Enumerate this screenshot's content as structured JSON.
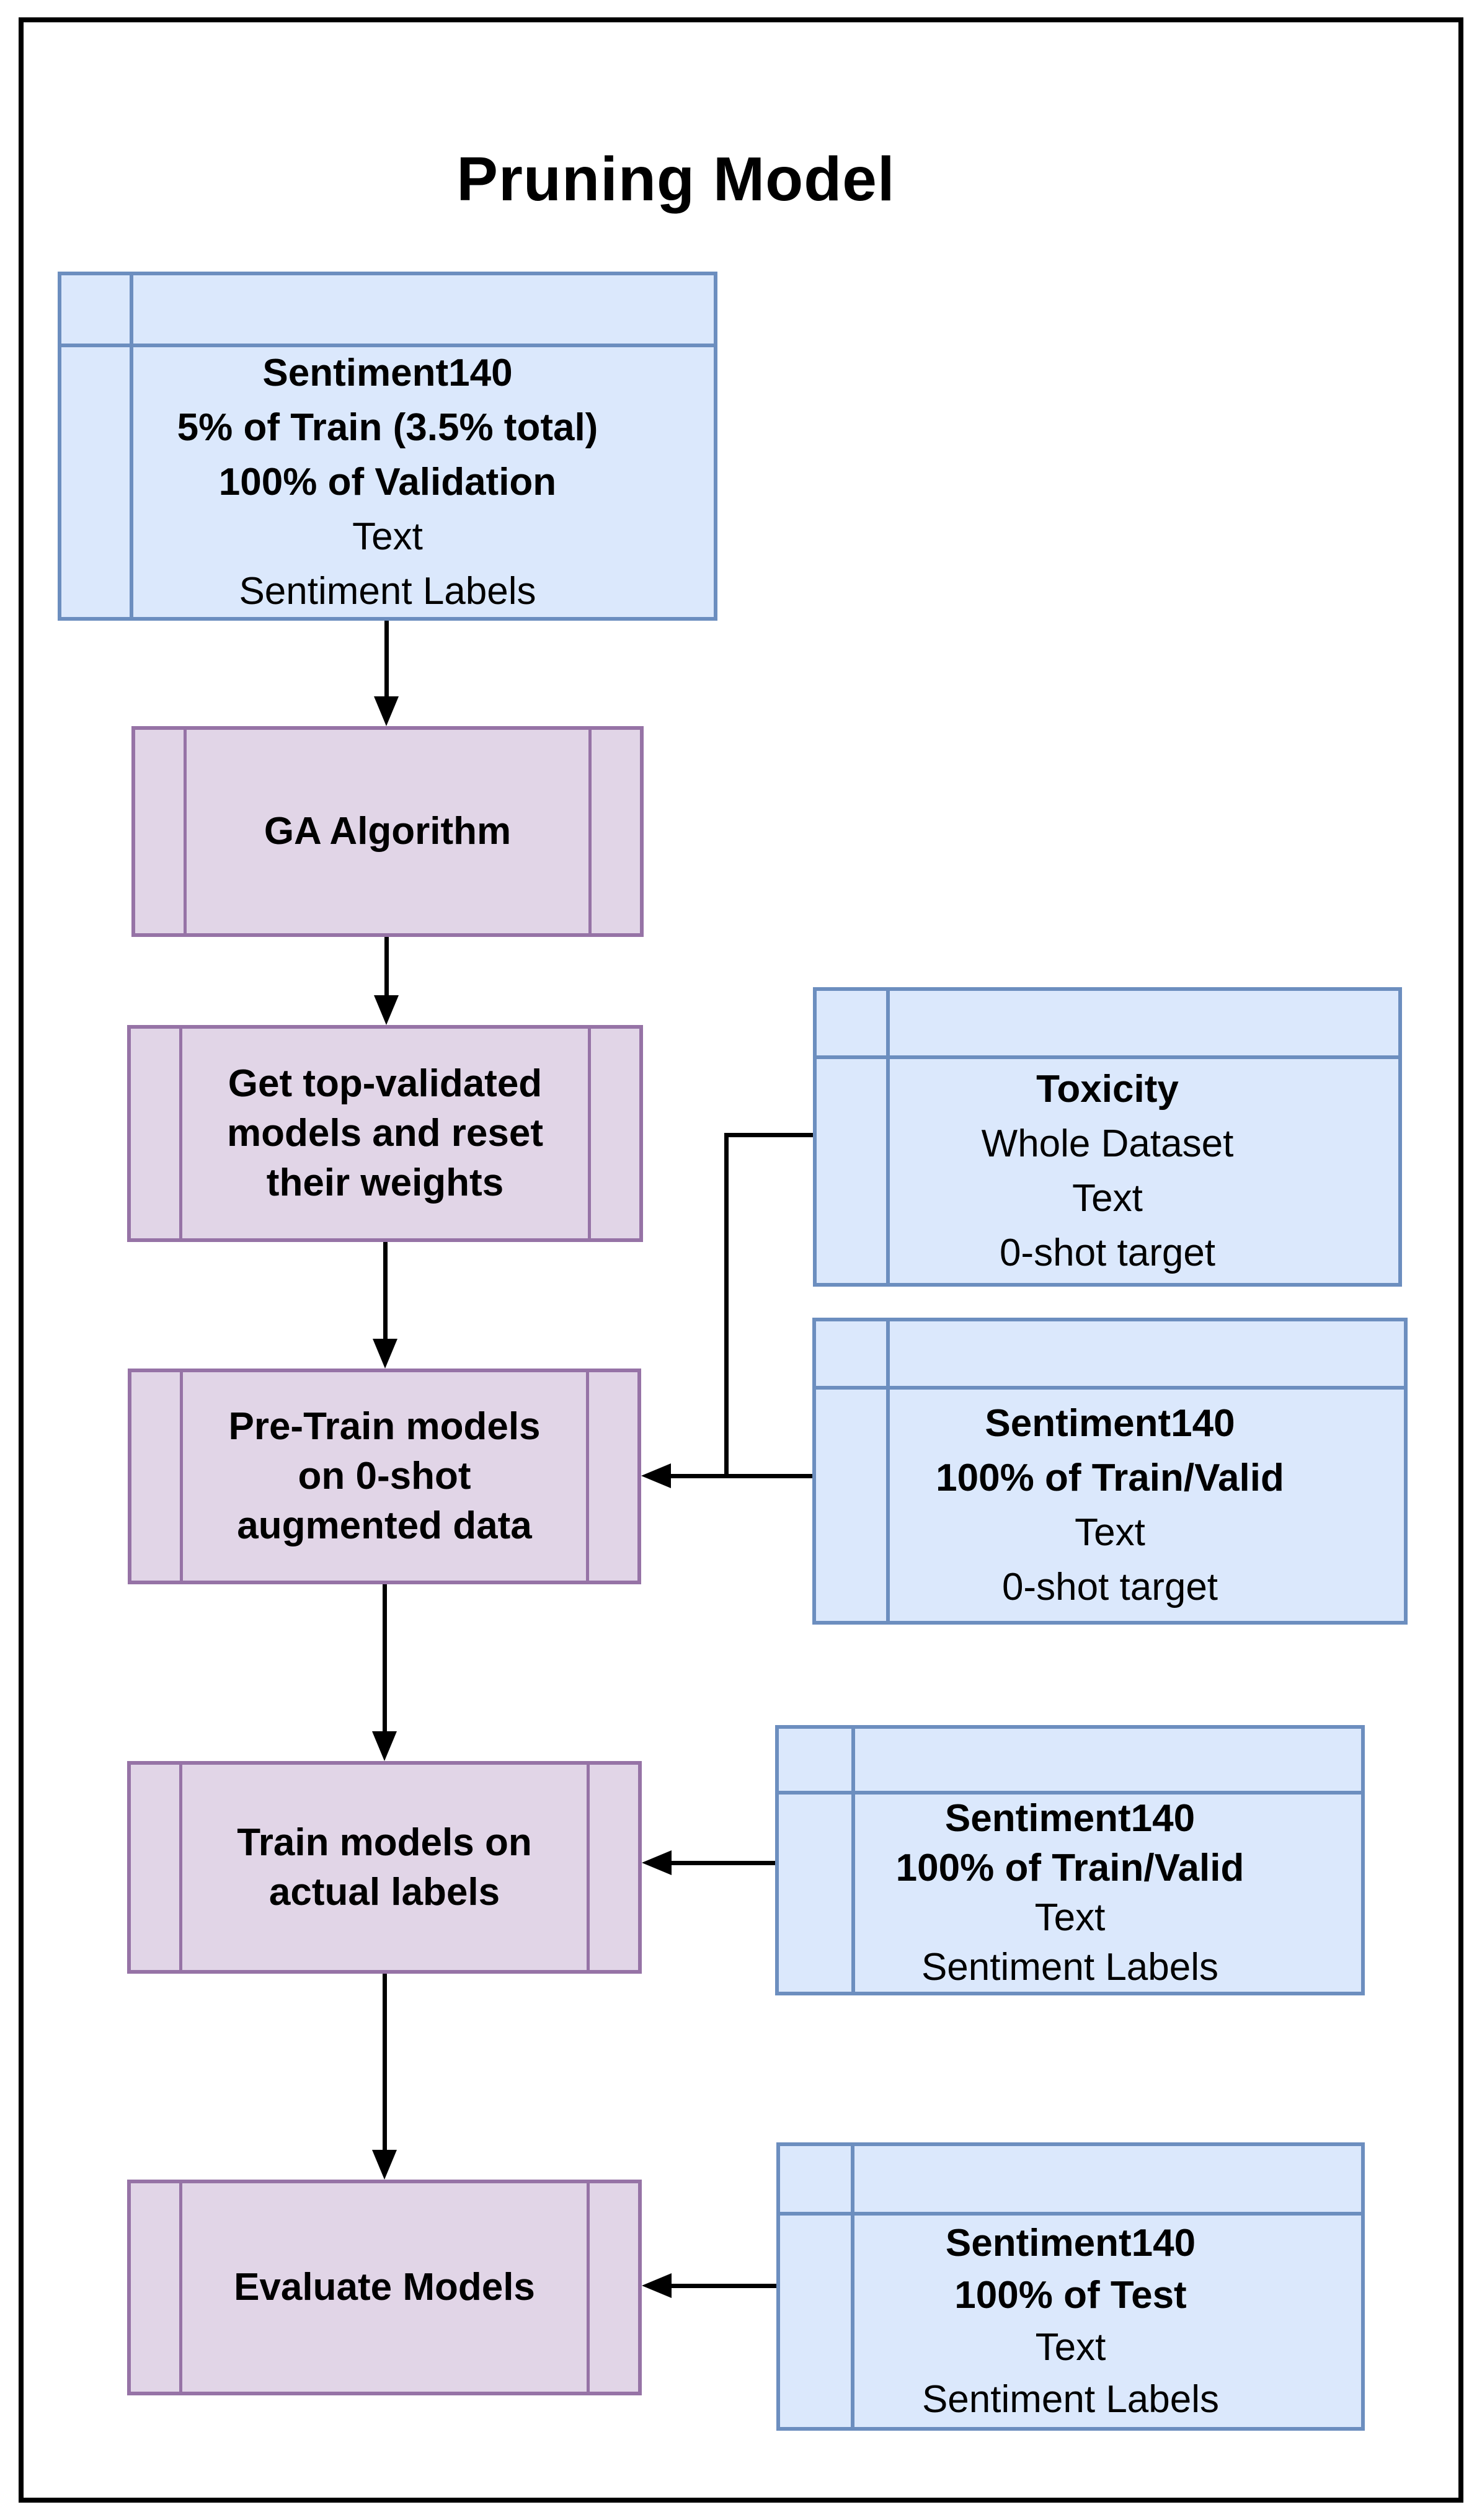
{
  "title": "Pruning Model",
  "colors": {
    "dataset_fill": "#dbe8fc",
    "dataset_border": "#6c8ebf",
    "process_fill": "#e1d5e7",
    "process_border": "#9673a6",
    "connector": "#000000",
    "frame": "#000000",
    "text": "#000000"
  },
  "datasets": {
    "input": {
      "lines": [
        "Sentiment140",
        "5% of Train (3.5% total)",
        "100% of Validation",
        "Text",
        "Sentiment Labels"
      ]
    },
    "toxicity": {
      "lines": [
        "Toxicity",
        "Whole Dataset",
        "Text",
        "0-shot target"
      ]
    },
    "zero_shot": {
      "lines": [
        "Sentiment140",
        "100% of Train/Valid",
        "Text",
        "0-shot target"
      ]
    },
    "train_valid": {
      "lines": [
        "Sentiment140",
        "100% of Train/Valid",
        "Text",
        "Sentiment Labels"
      ]
    },
    "test": {
      "lines": [
        "Sentiment140",
        "100% of Test",
        "Text",
        "Sentiment Labels"
      ]
    }
  },
  "processes": {
    "ga": {
      "lines": [
        "GA Algorithm"
      ]
    },
    "reset": {
      "lines": [
        "Get top-validated",
        "models and reset",
        "their weights"
      ]
    },
    "pretrain": {
      "lines": [
        "Pre-Train models",
        "on 0-shot",
        "augmented data"
      ]
    },
    "train": {
      "lines": [
        "Train models on",
        "actual labels"
      ]
    },
    "evaluate": {
      "lines": [
        "Evaluate Models"
      ]
    }
  }
}
